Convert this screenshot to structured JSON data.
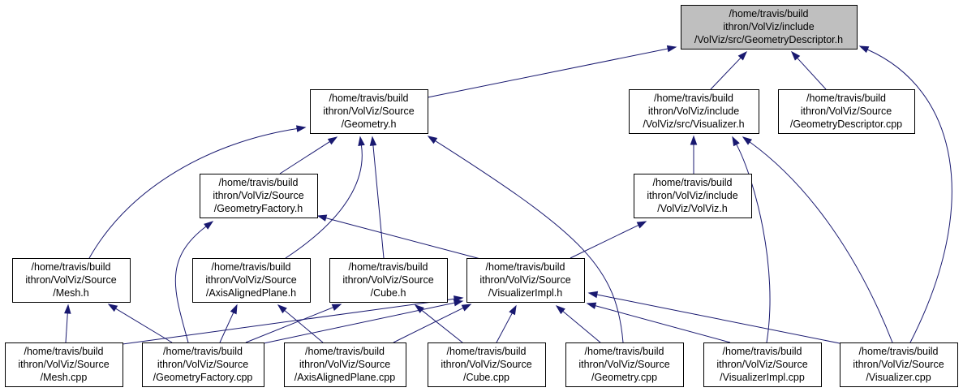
{
  "graph": {
    "nodes": [
      {
        "id": "geometry_descriptor_h",
        "label": [
          "/home/travis/build",
          "ithron/VolViz/include",
          "/VolViz/src/GeometryDescriptor.h"
        ],
        "highlighted": true
      },
      {
        "id": "geometry_h",
        "label": [
          "/home/travis/build",
          "ithron/VolViz/Source",
          "/Geometry.h"
        ]
      },
      {
        "id": "visualizer_h",
        "label": [
          "/home/travis/build",
          "ithron/VolViz/include",
          "/VolViz/src/Visualizer.h"
        ]
      },
      {
        "id": "geometry_descriptor_cpp",
        "label": [
          "/home/travis/build",
          "ithron/VolViz/Source",
          "/GeometryDescriptor.cpp"
        ]
      },
      {
        "id": "geometry_factory_h",
        "label": [
          "/home/travis/build",
          "ithron/VolViz/Source",
          "/GeometryFactory.h"
        ]
      },
      {
        "id": "volviz_h",
        "label": [
          "/home/travis/build",
          "ithron/VolViz/include",
          "/VolViz/VolViz.h"
        ]
      },
      {
        "id": "mesh_h",
        "label": [
          "/home/travis/build",
          "ithron/VolViz/Source",
          "/Mesh.h"
        ]
      },
      {
        "id": "axis_aligned_plane_h",
        "label": [
          "/home/travis/build",
          "ithron/VolViz/Source",
          "/AxisAlignedPlane.h"
        ]
      },
      {
        "id": "cube_h",
        "label": [
          "/home/travis/build",
          "ithron/VolViz/Source",
          "/Cube.h"
        ]
      },
      {
        "id": "visualizer_impl_h",
        "label": [
          "/home/travis/build",
          "ithron/VolViz/Source",
          "/VisualizerImpl.h"
        ]
      },
      {
        "id": "mesh_cpp",
        "label": [
          "/home/travis/build",
          "ithron/VolViz/Source",
          "/Mesh.cpp"
        ]
      },
      {
        "id": "geometry_factory_cpp",
        "label": [
          "/home/travis/build",
          "ithron/VolViz/Source",
          "/GeometryFactory.cpp"
        ]
      },
      {
        "id": "axis_aligned_plane_cpp",
        "label": [
          "/home/travis/build",
          "ithron/VolViz/Source",
          "/AxisAlignedPlane.cpp"
        ]
      },
      {
        "id": "cube_cpp",
        "label": [
          "/home/travis/build",
          "ithron/VolViz/Source",
          "/Cube.cpp"
        ]
      },
      {
        "id": "geometry_cpp",
        "label": [
          "/home/travis/build",
          "ithron/VolViz/Source",
          "/Geometry.cpp"
        ]
      },
      {
        "id": "visualizer_impl_cpp",
        "label": [
          "/home/travis/build",
          "ithron/VolViz/Source",
          "/VisualizerImpl.cpp"
        ]
      },
      {
        "id": "visualizer_cpp",
        "label": [
          "/home/travis/build",
          "ithron/VolViz/Source",
          "/Visualizer.cpp"
        ]
      }
    ],
    "edges": [
      {
        "from": "geometry_h",
        "to": "geometry_descriptor_h"
      },
      {
        "from": "visualizer_h",
        "to": "geometry_descriptor_h"
      },
      {
        "from": "geometry_descriptor_cpp",
        "to": "geometry_descriptor_h"
      },
      {
        "from": "visualizer_cpp",
        "to": "geometry_descriptor_h"
      },
      {
        "from": "mesh_h",
        "to": "geometry_h"
      },
      {
        "from": "geometry_factory_h",
        "to": "geometry_h"
      },
      {
        "from": "axis_aligned_plane_h",
        "to": "geometry_h"
      },
      {
        "from": "cube_h",
        "to": "geometry_h"
      },
      {
        "from": "geometry_cpp",
        "to": "geometry_h"
      },
      {
        "from": "volviz_h",
        "to": "visualizer_h"
      },
      {
        "from": "visualizer_impl_cpp",
        "to": "visualizer_h"
      },
      {
        "from": "visualizer_cpp",
        "to": "visualizer_h"
      },
      {
        "from": "geometry_factory_cpp",
        "to": "geometry_factory_h"
      },
      {
        "from": "visualizer_impl_h",
        "to": "geometry_factory_h"
      },
      {
        "from": "visualizer_impl_h",
        "to": "volviz_h"
      },
      {
        "from": "mesh_cpp",
        "to": "mesh_h"
      },
      {
        "from": "geometry_factory_cpp",
        "to": "mesh_h"
      },
      {
        "from": "geometry_factory_cpp",
        "to": "axis_aligned_plane_h"
      },
      {
        "from": "axis_aligned_plane_cpp",
        "to": "axis_aligned_plane_h"
      },
      {
        "from": "geometry_factory_cpp",
        "to": "cube_h"
      },
      {
        "from": "cube_cpp",
        "to": "cube_h"
      },
      {
        "from": "mesh_cpp",
        "to": "visualizer_impl_h"
      },
      {
        "from": "geometry_factory_cpp",
        "to": "visualizer_impl_h"
      },
      {
        "from": "axis_aligned_plane_cpp",
        "to": "visualizer_impl_h"
      },
      {
        "from": "cube_cpp",
        "to": "visualizer_impl_h"
      },
      {
        "from": "geometry_cpp",
        "to": "visualizer_impl_h"
      },
      {
        "from": "visualizer_impl_cpp",
        "to": "visualizer_impl_h"
      },
      {
        "from": "visualizer_cpp",
        "to": "visualizer_impl_h"
      }
    ]
  }
}
